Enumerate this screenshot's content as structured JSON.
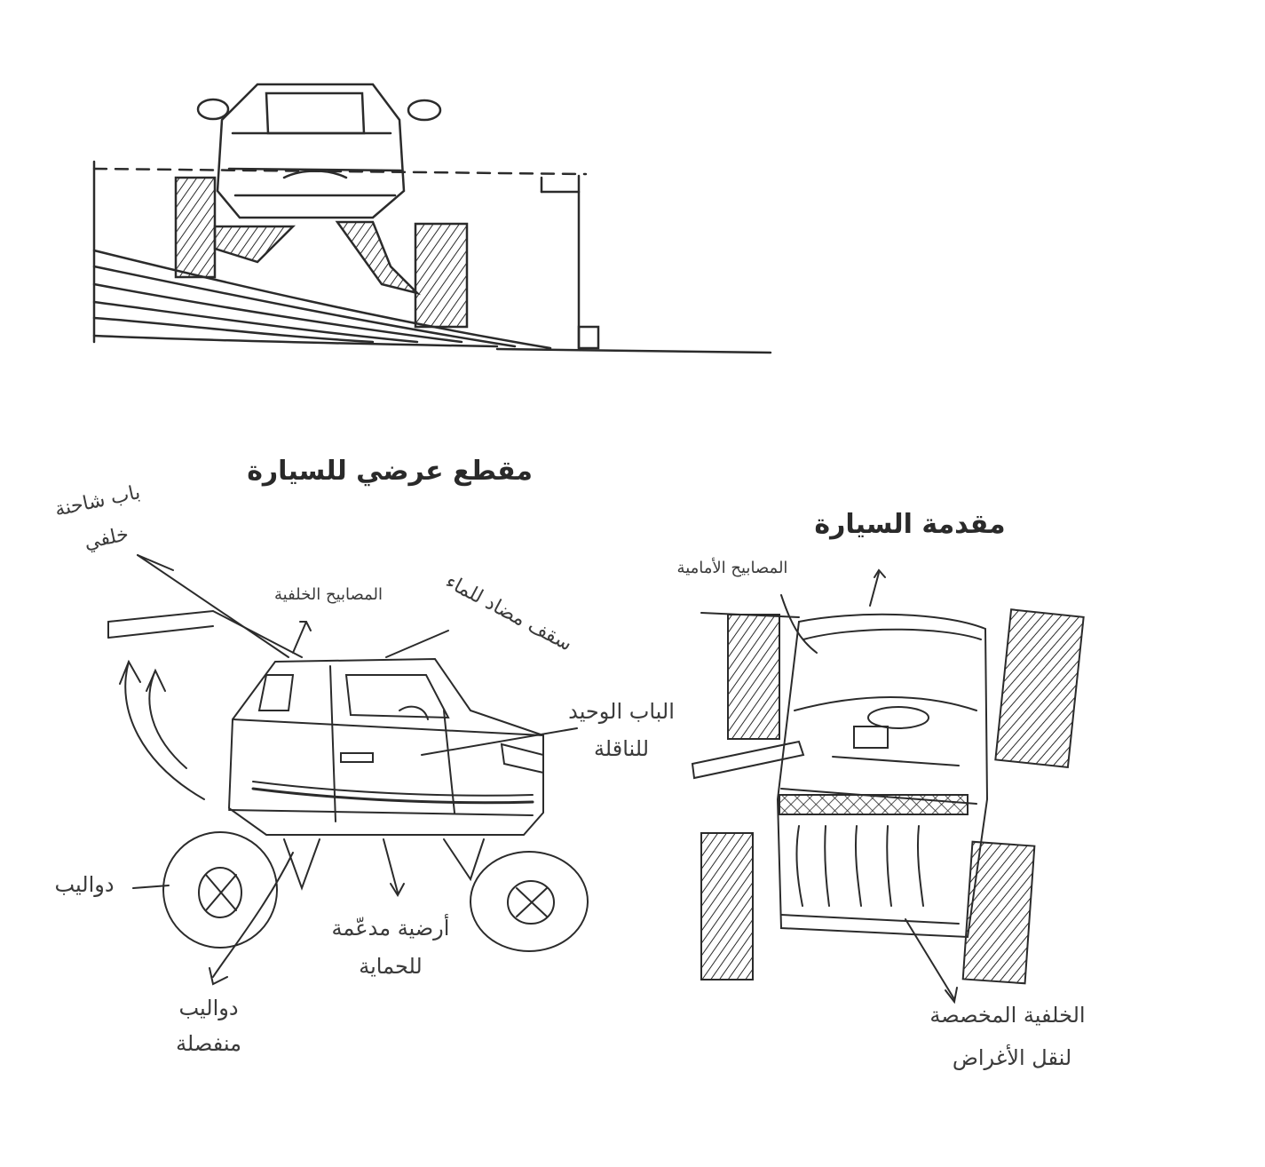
{
  "titles": {
    "cross_section": "مقطع عرضي للسيارة",
    "car_front": "مقدمة السيارة"
  },
  "labels": {
    "rear_truck_door_1": "باب شاحنة",
    "rear_truck_door_2": "خلفي",
    "rear_lights": "المصابيح الخلفية",
    "waterproof_roof": "سقف مضاد للماء",
    "single_door_1": "الباب الوحيد",
    "single_door_2": "للناقلة",
    "wheels": "دواليب",
    "reinforced_floor_1": "أرضية مدعّمة",
    "reinforced_floor_2": "للحماية",
    "separate_wheels_1": "دواليب",
    "separate_wheels_2": "منفصلة",
    "front_lights": "المصابيح الأمامية",
    "cargo_rear_1": "الخلفية المخصصة",
    "cargo_rear_2": "لنقل الأغراض"
  },
  "colors": {
    "ink": "#2b2b2b",
    "paper": "#ffffff"
  }
}
